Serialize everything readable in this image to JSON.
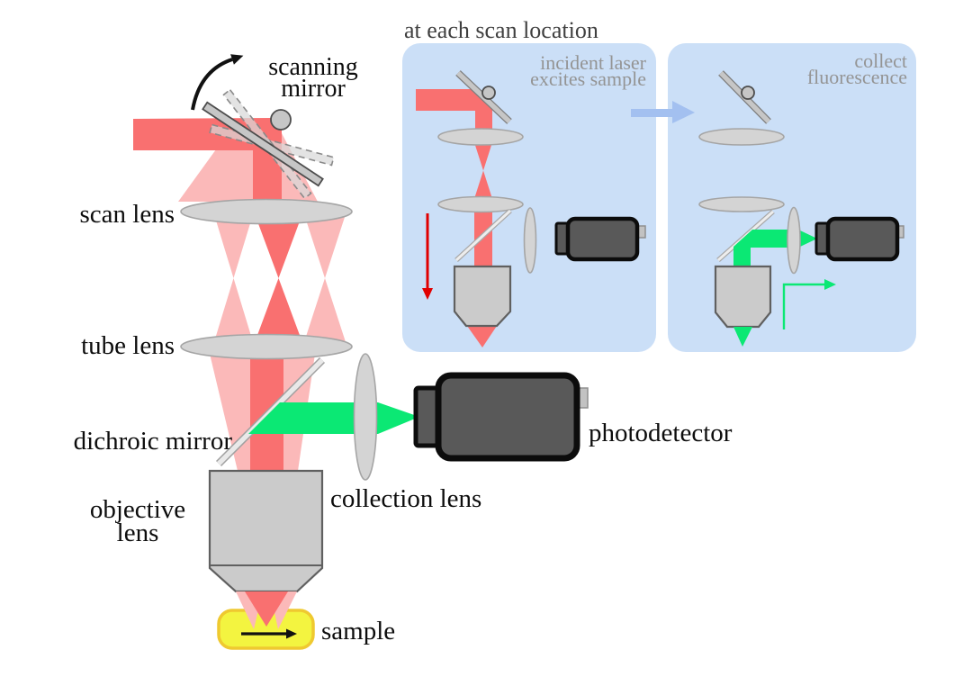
{
  "main_diagram": {
    "labels": {
      "scanning_mirror_line1": "scanning",
      "scanning_mirror_line2": "mirror",
      "scan_lens": "scan lens",
      "tube_lens": "tube lens",
      "dichroic_mirror": "dichroic mirror",
      "objective_lens_line1": "objective",
      "objective_lens_line2": "lens",
      "collection_lens": "collection lens",
      "photodetector": "photodetector",
      "sample": "sample"
    }
  },
  "inset_panels": {
    "heading": "at each scan location",
    "panel1_caption_line1": "incident laser",
    "panel1_caption_line2": "excites sample",
    "panel2_caption_line1": "collect",
    "panel2_caption_line2": "fluorescence"
  },
  "colors": {
    "laser_red": "#F97070",
    "laser_red_light": "#FBB9B9",
    "fluorescence_green": "#0BE874",
    "arrow_red": "#E10000",
    "panel_blue": "#CBDFF7",
    "panel_arrow_blue": "#A3C0F0",
    "sample_fill": "#F3F440",
    "sample_border": "#EFC930",
    "lens_gray": "#D4D4D4",
    "detector_gray": "#595959",
    "label_black": "#0D0D0D",
    "caption_gray": "#949494",
    "heading_gray": "#3F3F3F"
  }
}
